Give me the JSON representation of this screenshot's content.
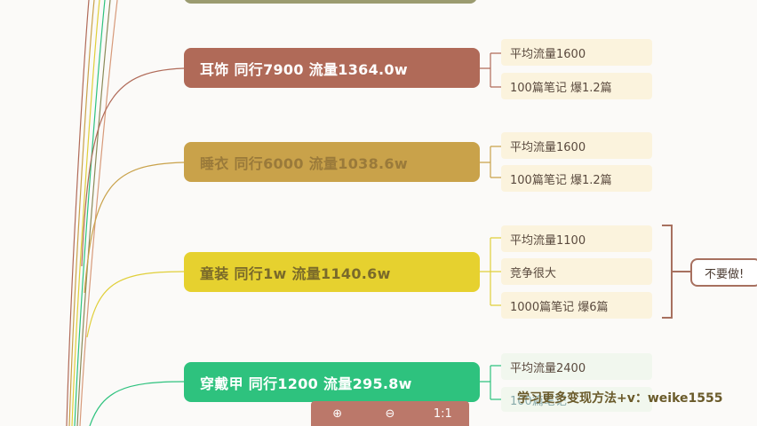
{
  "nodes": [
    {
      "id": "earring",
      "text": "耳饰  同行7900   流量1364.0w",
      "bg": "#b06a58",
      "fg": "#ffffff",
      "leaves": [
        "平均流量1600",
        "100篇笔记 爆1.2篇"
      ]
    },
    {
      "id": "sleepwear",
      "text": "睡衣  同行6000  流量1038.6w",
      "bg": "#c9a24a",
      "fg": "#9a7a3a",
      "leaves": [
        "平均流量1600",
        "100篇笔记 爆1.2篇"
      ]
    },
    {
      "id": "kids",
      "text": "童装  同行1w   流量1140.6w",
      "bg": "#e6d12f",
      "fg": "#7a6a2a",
      "leaves": [
        "平均流量1100",
        "竞争很大",
        "1000篇笔记 爆6篇"
      ]
    },
    {
      "id": "nail",
      "text": "穿戴甲  同行1200   流量295.8w",
      "bg": "#2ec27e",
      "fg": "#ffffff",
      "leaves": [
        "平均流量2400",
        "100篇笔记"
      ]
    }
  ],
  "badge": {
    "text": "不要做!"
  },
  "watermark": {
    "text": "学习更多变现方法+v：weike1555"
  },
  "toolbar": {
    "zoom_in": "⊕",
    "zoom_out": "⊖",
    "fit": "1:1"
  },
  "colors": {
    "earring_line": "#b06a58",
    "sleep_line": "#c9a24a",
    "kids_line": "#e0cf3a",
    "nail_line": "#2ec27e"
  }
}
